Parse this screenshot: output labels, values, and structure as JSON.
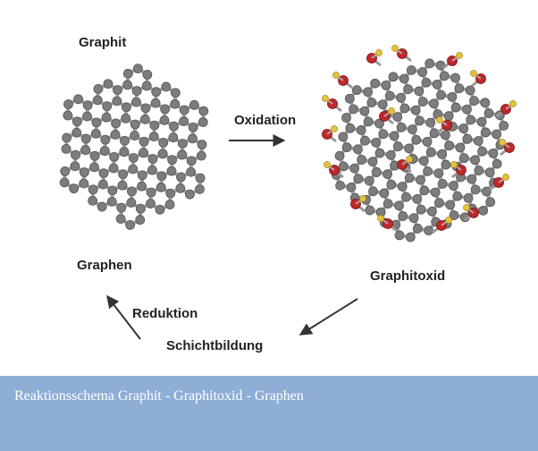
{
  "diagram": {
    "labels": {
      "graphit": "Graphit",
      "oxidation": "Oxidation",
      "graphitoxid": "Graphitoxid",
      "graphen": "Graphen",
      "reduktion": "Reduktion",
      "schichtbildung": "Schichtbildung"
    }
  },
  "caption": {
    "text": "Reaktionsschema Graphit - Graphitoxid - Graphen"
  },
  "colors": {
    "carbon": "#7d7d7d",
    "bond": "#a8a8a8",
    "oxygen": "#c0282a",
    "hydrogen": "#e2c23b",
    "caption_bg": "#8eaed6"
  }
}
